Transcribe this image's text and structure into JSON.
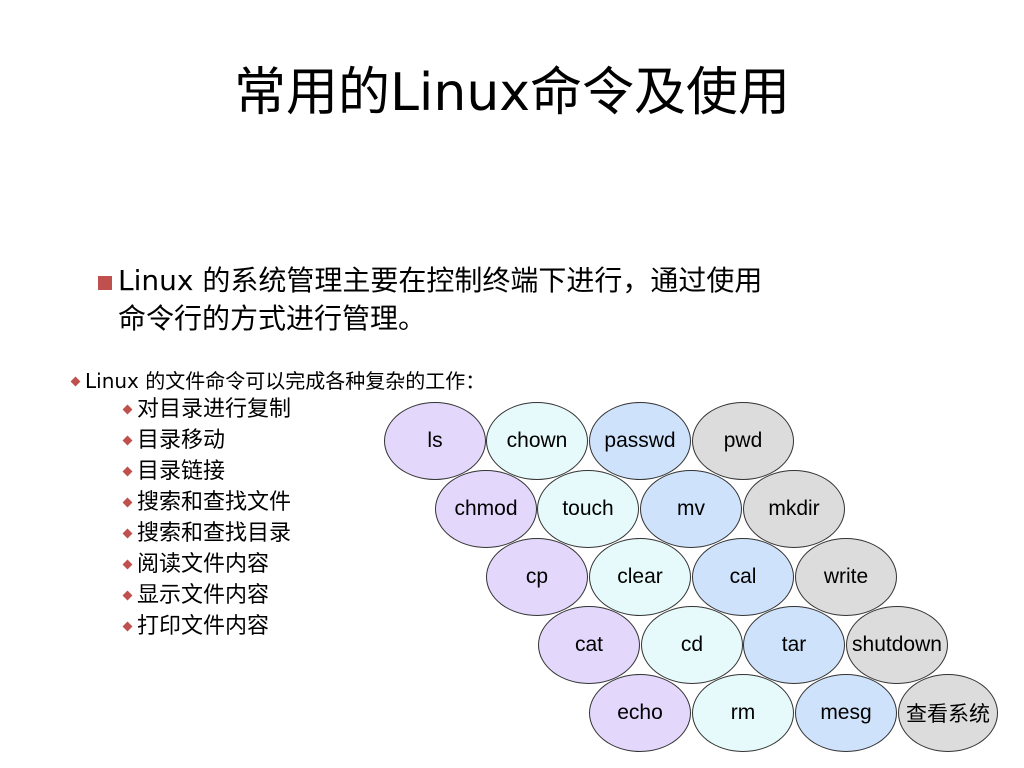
{
  "title": "常用的Linux命令及使用",
  "intro": {
    "line1": "Linux 的系统管理主要在控制终端下进行，通过使用",
    "line2": "命令行的方式进行管理。"
  },
  "file_commands": {
    "heading": "Linux 的文件命令可以完成各种复杂的工作：",
    "items": [
      "对目录进行复制",
      "目录移动",
      "目录链接",
      "搜索和查找文件",
      "搜索和查找目录",
      "阅读文件内容",
      "显示文件内容",
      "打印文件内容"
    ]
  },
  "colors": {
    "purple": "#e3d7fc",
    "cyan": "#e6fafb",
    "blue": "#cfe2fb",
    "gray": "#dcdcdc",
    "bullet": "#c0504d"
  },
  "commands": [
    [
      "ls",
      "chown",
      "passwd",
      "pwd"
    ],
    [
      "chmod",
      "touch",
      "mv",
      "mkdir"
    ],
    [
      "cp",
      "clear",
      "cal",
      "write"
    ],
    [
      "cat",
      "cd",
      "tar",
      "shutdown"
    ],
    [
      "echo",
      "rm",
      "mesg",
      "查看系统"
    ]
  ]
}
